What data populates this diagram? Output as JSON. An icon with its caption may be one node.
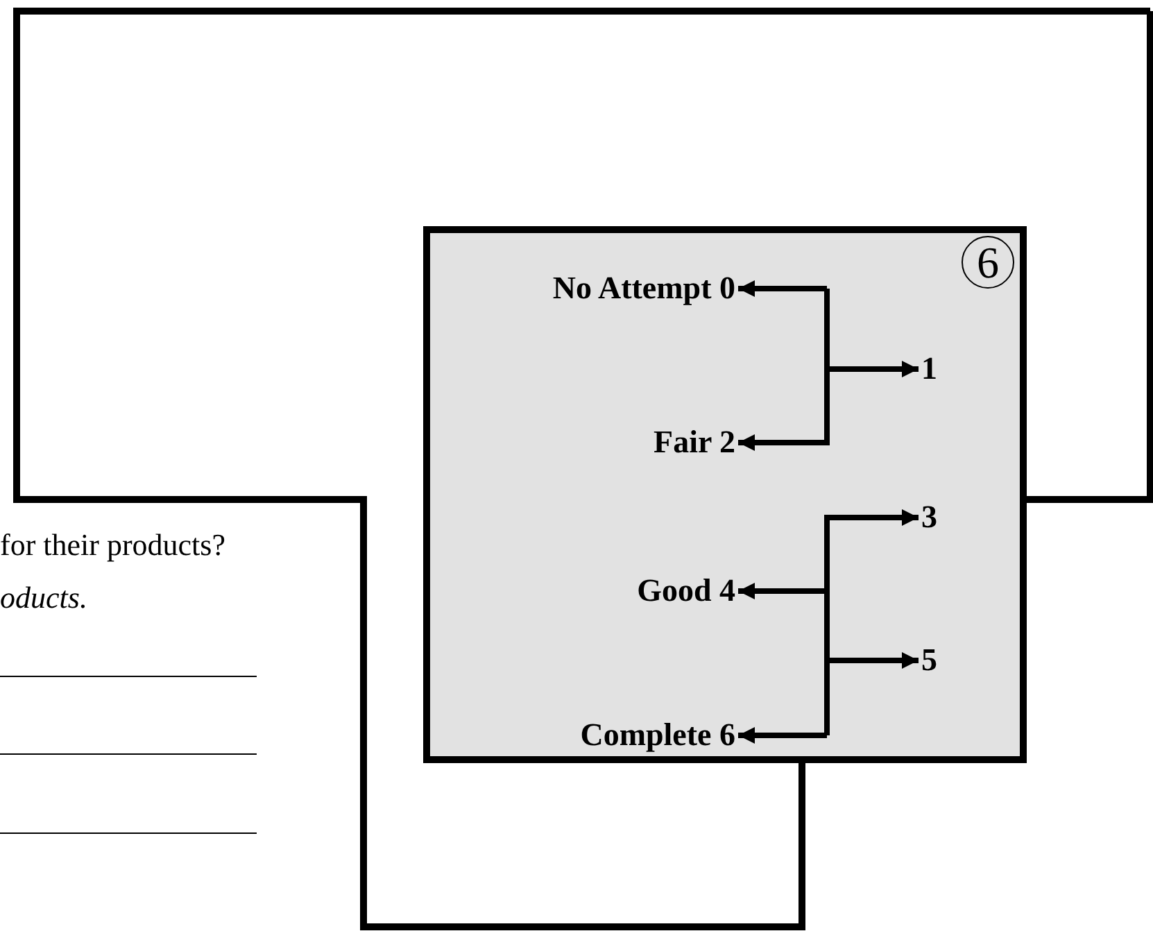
{
  "diagram": {
    "nodes": [
      {
        "text": [
          "6"
        ]
      },
      {
        "text": [
          "No Attempt 0"
        ],
        "in": 0
      },
      {
        "text": [
          "1"
        ],
        "in": 0
      },
      {
        "text": [
          "Fair 2"
        ],
        "in": 0
      },
      {
        "text": [
          "3"
        ],
        "in": 0
      },
      {
        "text": [
          "Good 4"
        ],
        "in": 0
      },
      {
        "text": [
          "5"
        ],
        "in": 0
      },
      {
        "text": [
          "Complete 6"
        ],
        "in": 0
      }
    ],
    "edges": [
      {
        "from": null,
        "to": 1,
        "arrow": "to"
      },
      {
        "from": null,
        "to": 2,
        "arrow": "to"
      },
      {
        "from": null,
        "to": 3,
        "arrow": "to"
      },
      {
        "from": null,
        "to": 4,
        "arrow": "to"
      },
      {
        "from": null,
        "to": 5,
        "arrow": "to"
      },
      {
        "from": null,
        "to": 6,
        "arrow": "to"
      },
      {
        "from": null,
        "to": 7,
        "arrow": "to"
      }
    ],
    "labels": [
      "for their products?",
      "oducts."
    ]
  }
}
